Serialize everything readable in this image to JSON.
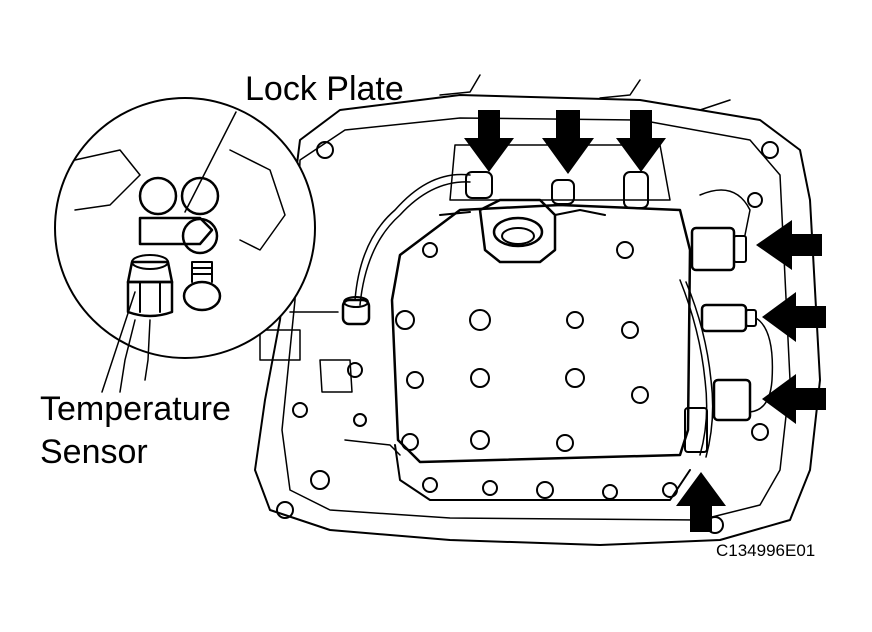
{
  "labels": {
    "lock_plate": "Lock Plate",
    "temperature_line1": "Temperature",
    "temperature_line2": "Sensor",
    "figure_code": "C134996E01"
  },
  "colors": {
    "ink": "#000000",
    "paper": "#ffffff"
  }
}
